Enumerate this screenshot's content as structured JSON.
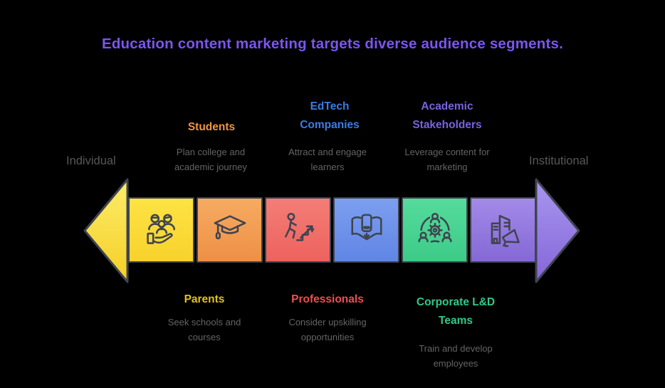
{
  "title": {
    "text": "Education content marketing targets diverse audience segments.",
    "color": "#7C55F2"
  },
  "scale": {
    "left_label": "Individual",
    "right_label": "Institutional",
    "label_color": "#58585A"
  },
  "text": {
    "description_color": "#646467"
  },
  "arrow": {
    "outline_color": "#3F4450",
    "left_head": {
      "top": "#FCEC6B",
      "bottom": "#F5CF25"
    },
    "right_head": {
      "top": "#A896EF",
      "bottom": "#8566D8"
    }
  },
  "segments": [
    {
      "id": "parents",
      "label": "Parents",
      "description": "Seek schools and courses",
      "label_color": "#E3C212",
      "fill_top": "#FDE344",
      "fill_bottom": "#F8D22C",
      "icon": "family-in-hand-icon",
      "label_position": "bottom"
    },
    {
      "id": "students",
      "label": "Students",
      "description": "Plan college and academic journey",
      "label_color": "#F0963C",
      "fill_top": "#F6AB62",
      "fill_bottom": "#EE9045",
      "icon": "graduation-cap-icon",
      "label_position": "top"
    },
    {
      "id": "professionals",
      "label": "Professionals",
      "description": "Consider upskilling opportunities",
      "label_color": "#EF4E4E",
      "fill_top": "#F47D77",
      "fill_bottom": "#EE625D",
      "icon": "career-stairs-icon",
      "label_position": "bottom"
    },
    {
      "id": "edtech",
      "label": "EdTech Companies",
      "description": "Attract and engage learners",
      "label_color": "#3B7CE4",
      "fill_top": "#7C9FEF",
      "fill_bottom": "#6185E5",
      "icon": "book-device-icon",
      "label_position": "top"
    },
    {
      "id": "corporate",
      "label": "Corporate L&D Teams",
      "description": "Train and develop employees",
      "label_color": "#34C789",
      "fill_top": "#55DB9C",
      "fill_bottom": "#3DCB88",
      "icon": "team-gear-icon",
      "label_position": "bottom"
    },
    {
      "id": "academic",
      "label": "Academic Stakeholders",
      "description": "Leverage content for marketing",
      "label_color": "#7663DF",
      "fill_top": "#A38AE8",
      "fill_bottom": "#8568D6",
      "icon": "building-megaphone-icon",
      "label_position": "top"
    }
  ]
}
